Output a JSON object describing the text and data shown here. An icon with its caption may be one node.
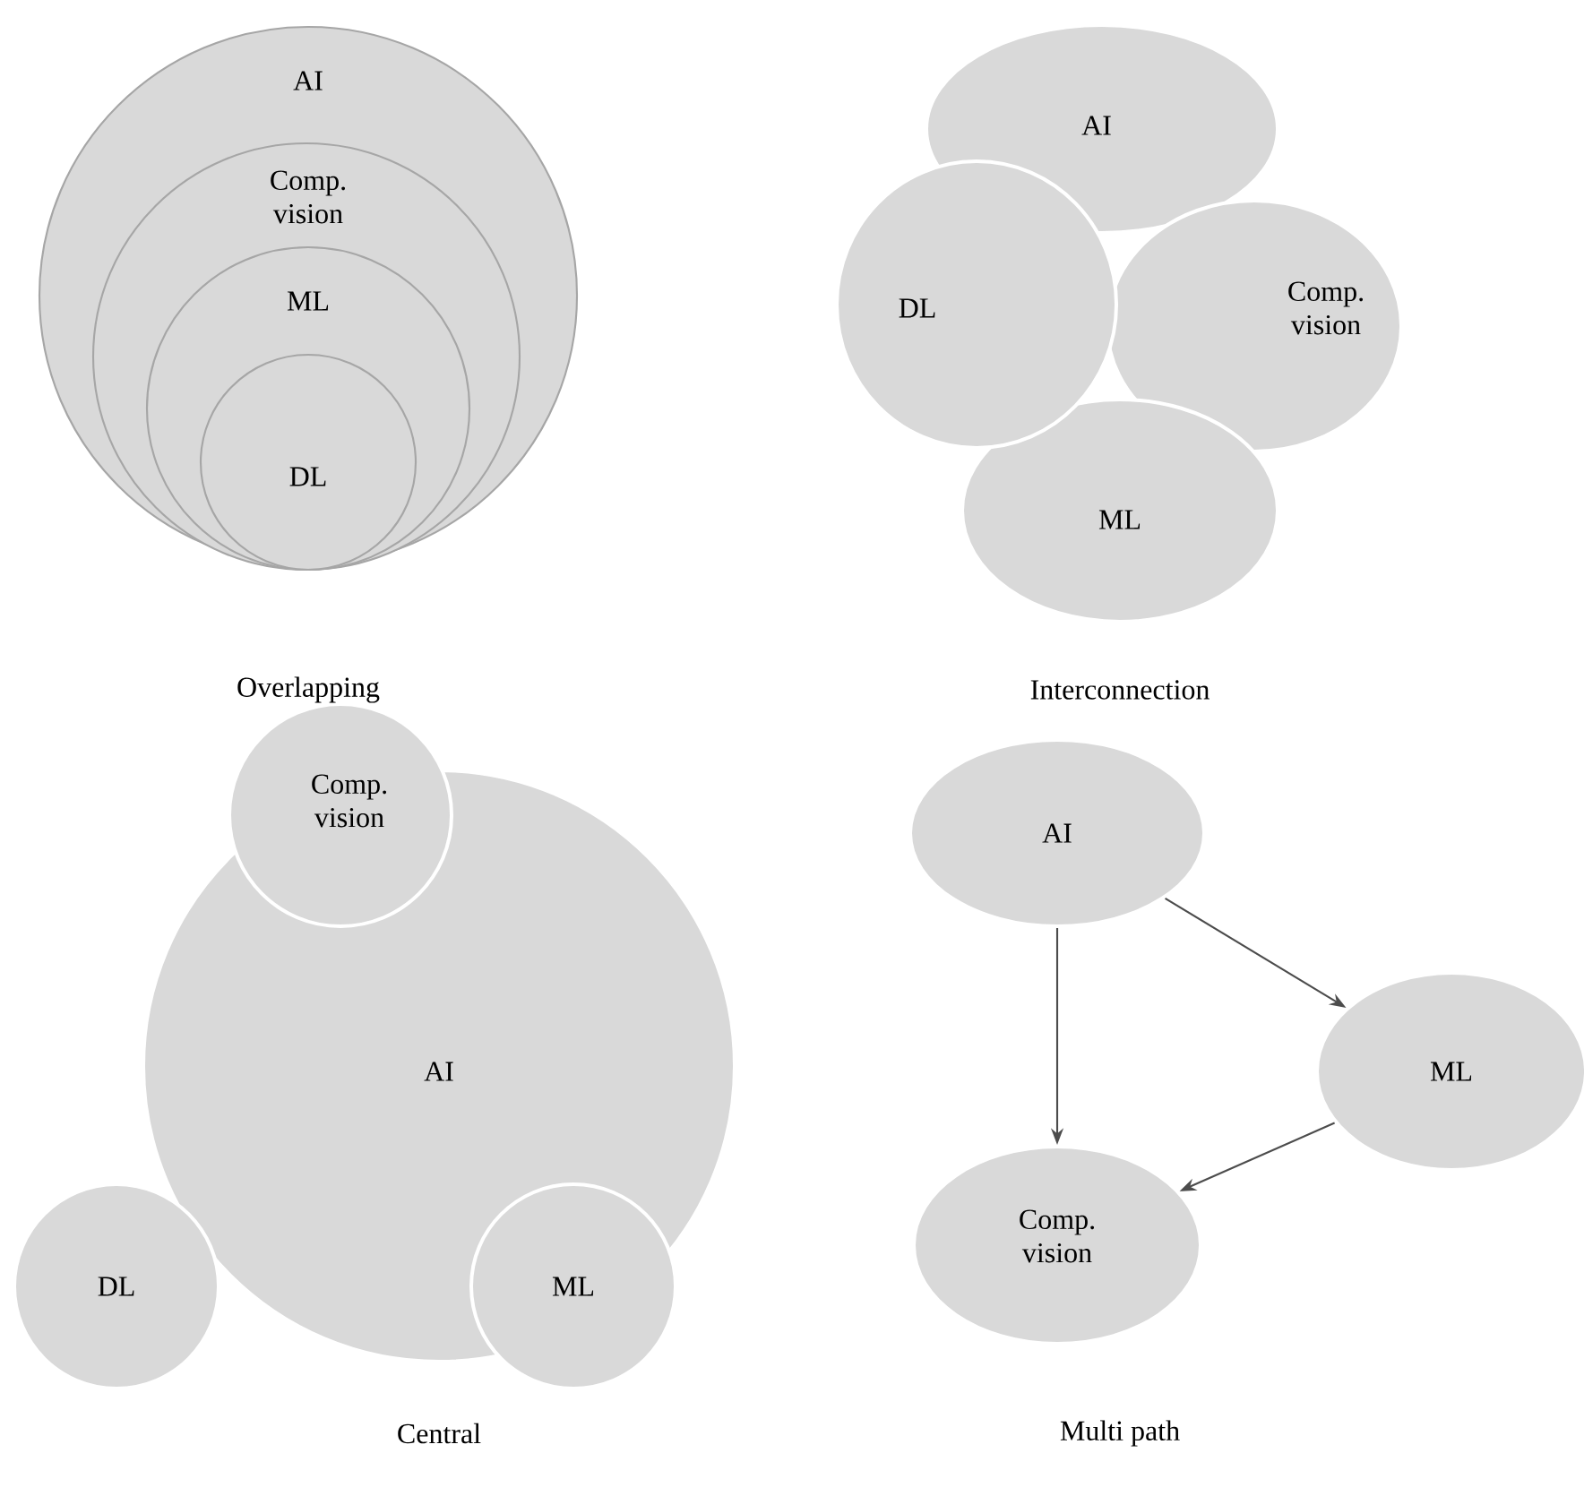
{
  "diagram": {
    "nodes": [
      {
        "text": [
          "AI"
        ]
      },
      {
        "text": [
          "Comp. vision"
        ],
        "in": 0
      },
      {
        "text": [
          "ML"
        ],
        "in": 1
      },
      {
        "text": [
          "DL"
        ],
        "in": 2
      },
      {
        "text": [
          "AI"
        ]
      },
      {
        "text": [
          "DL"
        ]
      },
      {
        "text": [
          "Comp. vision"
        ]
      },
      {
        "text": [
          "ML"
        ]
      },
      {
        "text": [
          "Comp. vision"
        ]
      },
      {
        "text": [
          "AI"
        ]
      },
      {
        "text": [
          "DL"
        ]
      },
      {
        "text": [
          "ML"
        ]
      },
      {
        "text": [
          "AI"
        ]
      },
      {
        "text": [
          "ML"
        ]
      },
      {
        "text": [
          "Comp. vision"
        ]
      }
    ],
    "edges": [
      {
        "from": 12,
        "to": 13,
        "arrow": "to"
      },
      {
        "from": 12,
        "to": 14,
        "arrow": "to"
      },
      {
        "from": 13,
        "to": 14,
        "arrow": "to"
      }
    ],
    "labels": [
      "Overlapping",
      "Interconnection",
      "Central",
      "Multi path"
    ]
  }
}
